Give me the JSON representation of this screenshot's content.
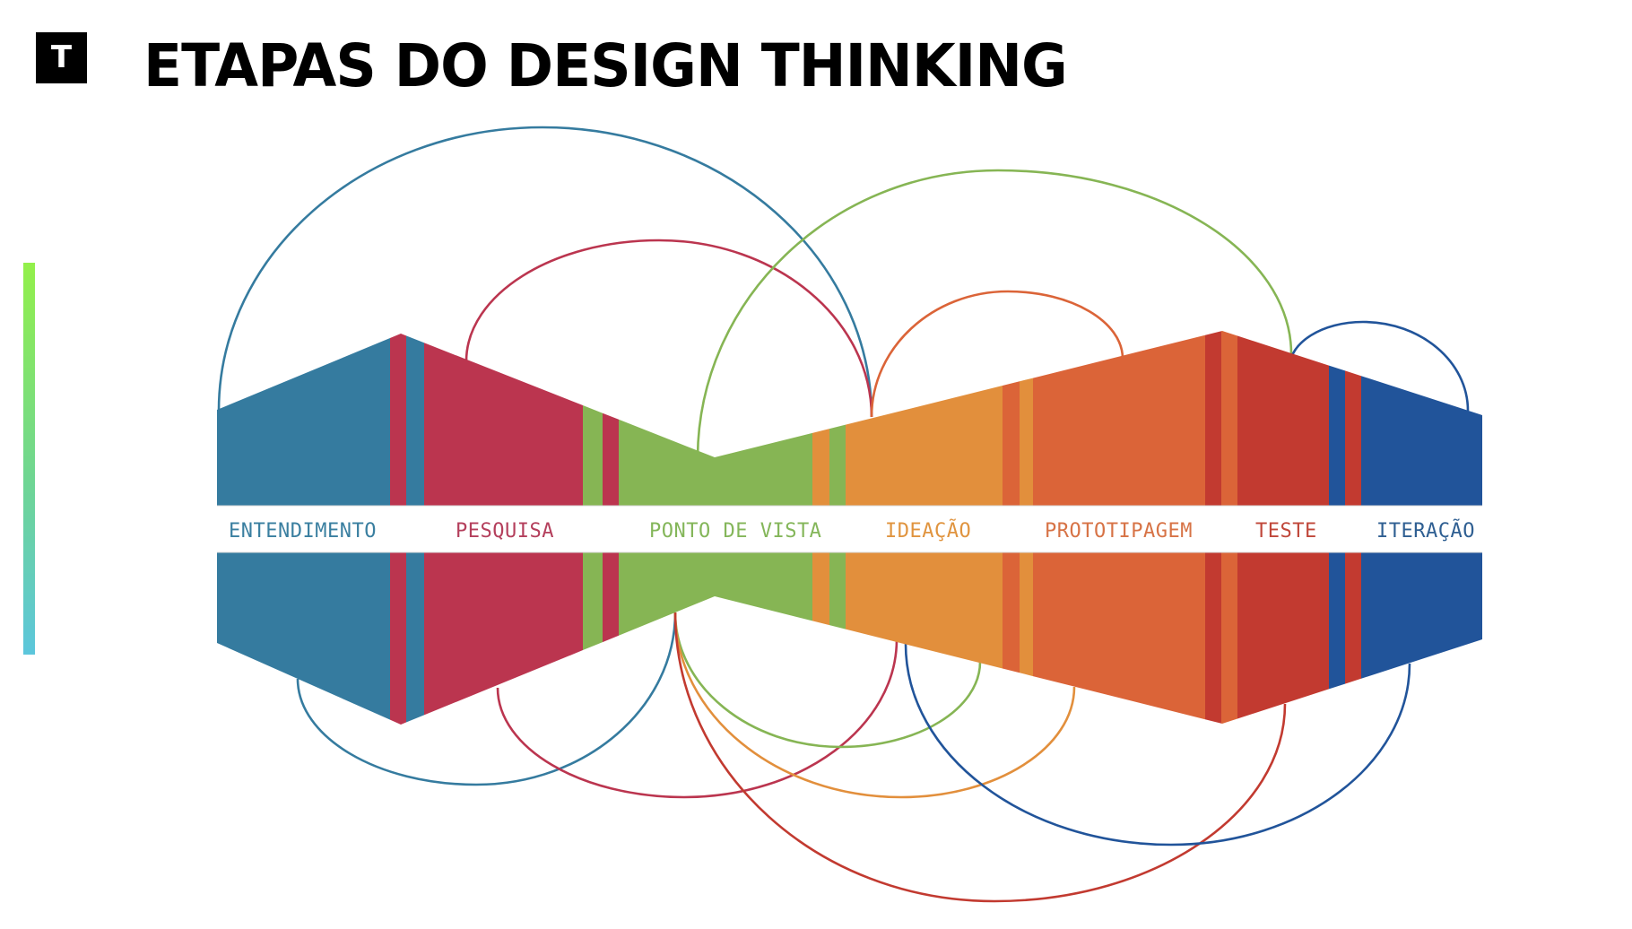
{
  "header": {
    "logo_letter": "T",
    "title": "ETAPAS DO DESIGN THINKING"
  },
  "diagram": {
    "stages": [
      {
        "id": "entendimento",
        "label": "ENTENDIMENTO",
        "color": "#357b9f",
        "label_color": "#3a7fa0"
      },
      {
        "id": "pesquisa",
        "label": "PESQUISA",
        "color": "#bb354f",
        "label_color": "#b43f5c"
      },
      {
        "id": "ponto-de-vista",
        "label": "PONTO DE VISTA",
        "color": "#86b554",
        "label_color": "#84b65a"
      },
      {
        "id": "ideacao",
        "label": "IDEAÇÃO",
        "color": "#e28f3c",
        "label_color": "#e0943f"
      },
      {
        "id": "prototipagem",
        "label": "PROTOTIPAGEM",
        "color": "#db6438",
        "label_color": "#d77346"
      },
      {
        "id": "teste",
        "label": "TESTE",
        "color": "#c23a30",
        "label_color": "#c0473a"
      },
      {
        "id": "iteracao",
        "label": "ITERAÇÃO",
        "color": "#21549a",
        "label_color": "#2f5f92"
      }
    ],
    "stripe_sequence": [
      "entendimento",
      "pesquisa",
      "entendimento",
      "pesquisa",
      "ponto-de-vista",
      "pesquisa",
      "ponto-de-vista",
      "ideacao",
      "ponto-de-vista",
      "ideacao",
      "prototipagem",
      "ideacao",
      "prototipagem",
      "teste",
      "prototipagem",
      "teste",
      "iteracao",
      "teste",
      "iteracao"
    ],
    "connections_top": [
      {
        "from": "entendimento",
        "to": "ponto-de-vista",
        "color": "#357b9f"
      },
      {
        "from": "pesquisa",
        "to": "ponto-de-vista",
        "color": "#bb354f"
      },
      {
        "from": "ponto-de-vista",
        "to": "teste",
        "color": "#86b554"
      },
      {
        "from": "ideacao",
        "to": "prototipagem",
        "color": "#db6438"
      },
      {
        "from": "teste",
        "to": "iteracao",
        "color": "#21549a"
      }
    ],
    "connections_bottom": [
      {
        "from": "entendimento",
        "to": "ponto-de-vista",
        "color": "#357b9f"
      },
      {
        "from": "pesquisa",
        "to": "ideacao",
        "color": "#bb354f"
      },
      {
        "from": "ponto-de-vista",
        "to": "ideacao",
        "color": "#86b554"
      },
      {
        "from": "ponto-de-vista",
        "to": "prototipagem",
        "color": "#e28f3c"
      },
      {
        "from": "ponto-de-vista",
        "to": "teste",
        "color": "#c23a30"
      },
      {
        "from": "ideacao",
        "to": "iteracao",
        "color": "#21549a"
      }
    ]
  },
  "accent_bar": {
    "color_top": "#93f04a",
    "color_bottom": "#5cc6dc"
  }
}
